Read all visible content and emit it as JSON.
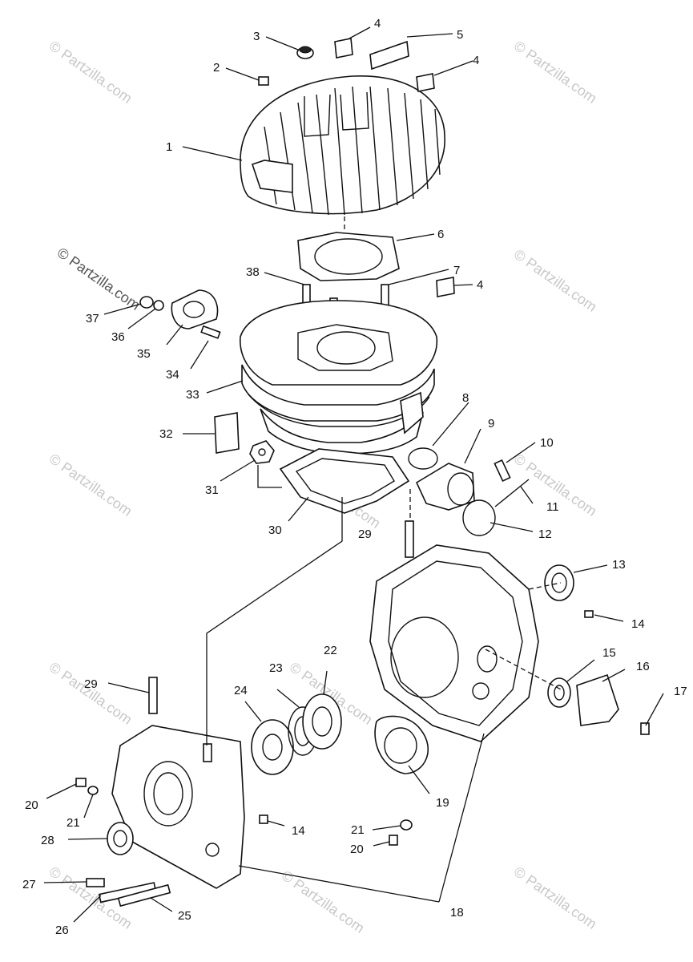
{
  "watermark": "© Partzilla.com",
  "callouts": [
    {
      "id": "1",
      "text": "1"
    },
    {
      "id": "2",
      "text": "2"
    },
    {
      "id": "3",
      "text": "3"
    },
    {
      "id": "4a",
      "text": "4"
    },
    {
      "id": "5",
      "text": "5"
    },
    {
      "id": "4b",
      "text": "4"
    },
    {
      "id": "6",
      "text": "6"
    },
    {
      "id": "7",
      "text": "7"
    },
    {
      "id": "4c",
      "text": "4"
    },
    {
      "id": "38",
      "text": "38"
    },
    {
      "id": "37",
      "text": "37"
    },
    {
      "id": "36",
      "text": "36"
    },
    {
      "id": "35",
      "text": "35"
    },
    {
      "id": "34",
      "text": "34"
    },
    {
      "id": "33",
      "text": "33"
    },
    {
      "id": "8",
      "text": "8"
    },
    {
      "id": "9",
      "text": "9"
    },
    {
      "id": "10",
      "text": "10"
    },
    {
      "id": "32",
      "text": "32"
    },
    {
      "id": "31",
      "text": "31"
    },
    {
      "id": "11",
      "text": "11"
    },
    {
      "id": "30",
      "text": "30"
    },
    {
      "id": "12",
      "text": "12"
    },
    {
      "id": "29a",
      "text": "29"
    },
    {
      "id": "13",
      "text": "13"
    },
    {
      "id": "14a",
      "text": "14"
    },
    {
      "id": "15",
      "text": "15"
    },
    {
      "id": "16",
      "text": "16"
    },
    {
      "id": "17",
      "text": "17"
    },
    {
      "id": "22",
      "text": "22"
    },
    {
      "id": "23",
      "text": "23"
    },
    {
      "id": "24",
      "text": "24"
    },
    {
      "id": "29b",
      "text": "29"
    },
    {
      "id": "19",
      "text": "19"
    },
    {
      "id": "20a",
      "text": "20"
    },
    {
      "id": "21a",
      "text": "21"
    },
    {
      "id": "14b",
      "text": "14"
    },
    {
      "id": "28",
      "text": "28"
    },
    {
      "id": "21b",
      "text": "21"
    },
    {
      "id": "20b",
      "text": "20"
    },
    {
      "id": "27",
      "text": "27"
    },
    {
      "id": "26",
      "text": "26"
    },
    {
      "id": "25",
      "text": "25"
    },
    {
      "id": "18",
      "text": "18"
    }
  ]
}
